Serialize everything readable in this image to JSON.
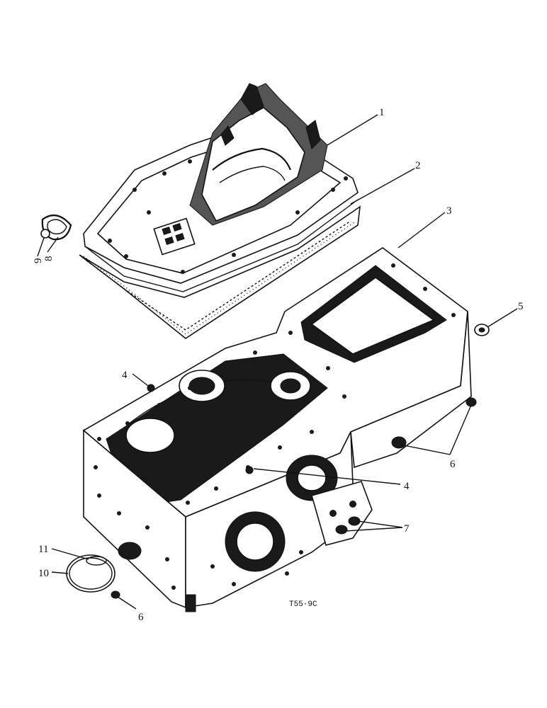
{
  "callouts": {
    "c1": "1",
    "c2": "2",
    "c3": "3",
    "c4_top": "4",
    "c4_mid": "4",
    "c5": "5",
    "c6_right": "6",
    "c6_bottom": "6",
    "c7": "7",
    "c8": "8",
    "c9": "9",
    "c10": "10",
    "c11": "11"
  },
  "drawing_code": "T55·9C",
  "colors": {
    "ink": "#111111",
    "paper": "#ffffff"
  }
}
